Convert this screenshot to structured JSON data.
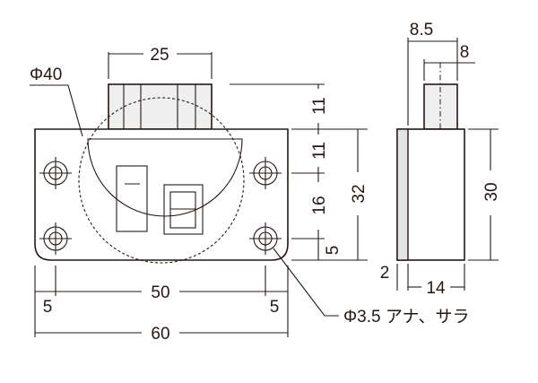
{
  "front_view": {
    "dia_body": "Φ40",
    "knob_width": "25",
    "knob_height": "11",
    "upper_height": "11",
    "hole_spacing_vertical": "16",
    "total_height": "32",
    "hole_offset_bottom": "5",
    "hole_offset_left": "5",
    "hole_spacing_horizontal": "50",
    "hole_offset_right": "5",
    "total_width": "60",
    "hole_note": "Φ3.5 アナ、サラ"
  },
  "side_view": {
    "overall_depth": "8.5",
    "knob_depth": "8",
    "height": "30",
    "plate_thickness": "2",
    "body_depth": "14"
  },
  "colors": {
    "line": "#231815",
    "knob_fill": "#efefef",
    "background": "#ffffff"
  }
}
